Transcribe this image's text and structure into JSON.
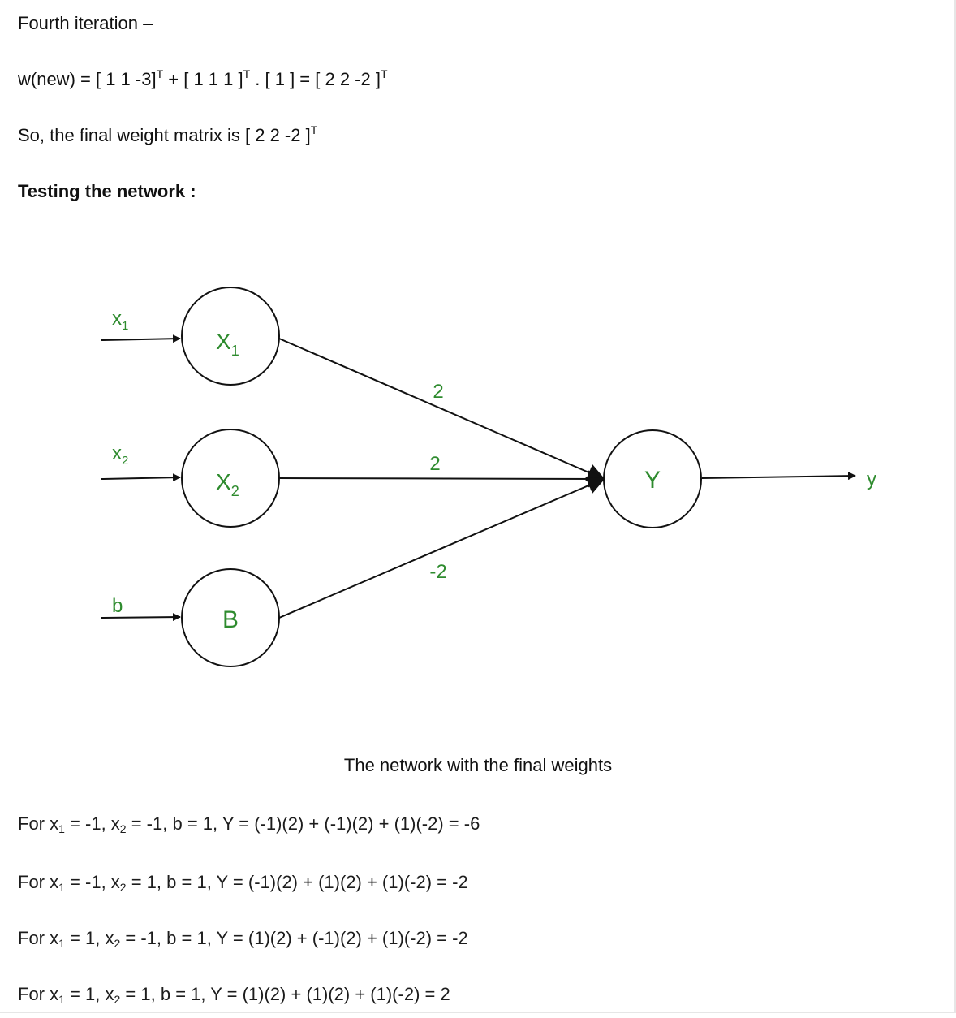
{
  "heading_iteration": "Fourth iteration –",
  "weight_update": {
    "lhs": "w(new) = [ 1 1 -3]",
    "t1": "T",
    "plus": " + [ 1 1 1 ]",
    "t2": "T",
    "dot": " . [ 1 ] = [ 2 2 -2 ]",
    "t3": "T"
  },
  "final_weight": {
    "text": "So, the final weight matrix is [ 2 2 -2 ]",
    "t": "T"
  },
  "testing_heading": "Testing the network :",
  "diagram": {
    "input_labels": {
      "x1_letter": "x",
      "x1_sub": "1",
      "x2_letter": "x",
      "x2_sub": "2",
      "b": "b"
    },
    "nodes": {
      "x1_letter": "X",
      "x1_sub": "1",
      "x2_letter": "X",
      "x2_sub": "2",
      "bias": "B",
      "output": "Y"
    },
    "weights": {
      "w1": "2",
      "w2": "2",
      "wb": "-2"
    },
    "output_label": "y",
    "colors": {
      "labels": "#2e8b2e",
      "lines": "#111111"
    }
  },
  "caption": "The network with the final weights",
  "tests": [
    {
      "x1": "-1",
      "x2": "-1",
      "b": "1",
      "expr": "(-1)(2) + (-1)(2) + (1)(-2) = -6"
    },
    {
      "x1": "-1",
      "x2": "1",
      "b": "1",
      "expr": "(-1)(2) + (1)(2) + (1)(-2) = -2"
    },
    {
      "x1": "1",
      "x2": "-1",
      "b": "1",
      "expr": "(1)(2) + (-1)(2) + (1)(-2) = -2"
    },
    {
      "x1": "1",
      "x2": "1",
      "b": "1",
      "expr": "(1)(2) + (1)(2) + (1)(-2) = 2"
    }
  ],
  "test_words": {
    "for": "For x",
    "x1_sub": "1",
    "x2_pre": "x",
    "x2_sub": "2",
    "b_pre": "b = ",
    "y_pre": "Y = "
  }
}
